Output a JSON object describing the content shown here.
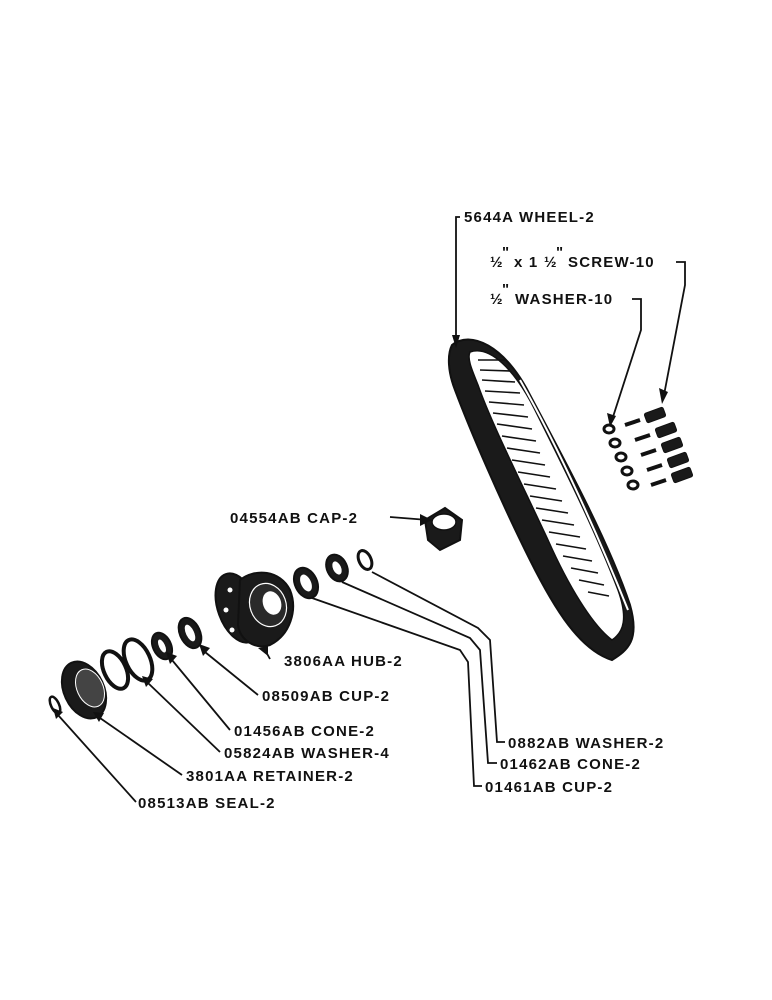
{
  "labels": {
    "wheel": "5644A WHEEL-2",
    "screw_main": "x 1",
    "screw_tail": "SCREW-10",
    "washer_main": "WASHER-10",
    "half": "½",
    "inch": "\"",
    "cap": "04554AB CAP-2",
    "hub": "3806AA HUB-2",
    "cup_front": "08509AB CUP-2",
    "cone_front": "01456AB CONE-2",
    "washer_front": "05824AB WASHER-4",
    "retainer": "3801AA RETAINER-2",
    "seal": "08513AB SEAL-2",
    "washer_rear": "0882AB WASHER-2",
    "cone_rear": "01462AB CONE-2",
    "cup_rear": "01461AB CUP-2"
  }
}
